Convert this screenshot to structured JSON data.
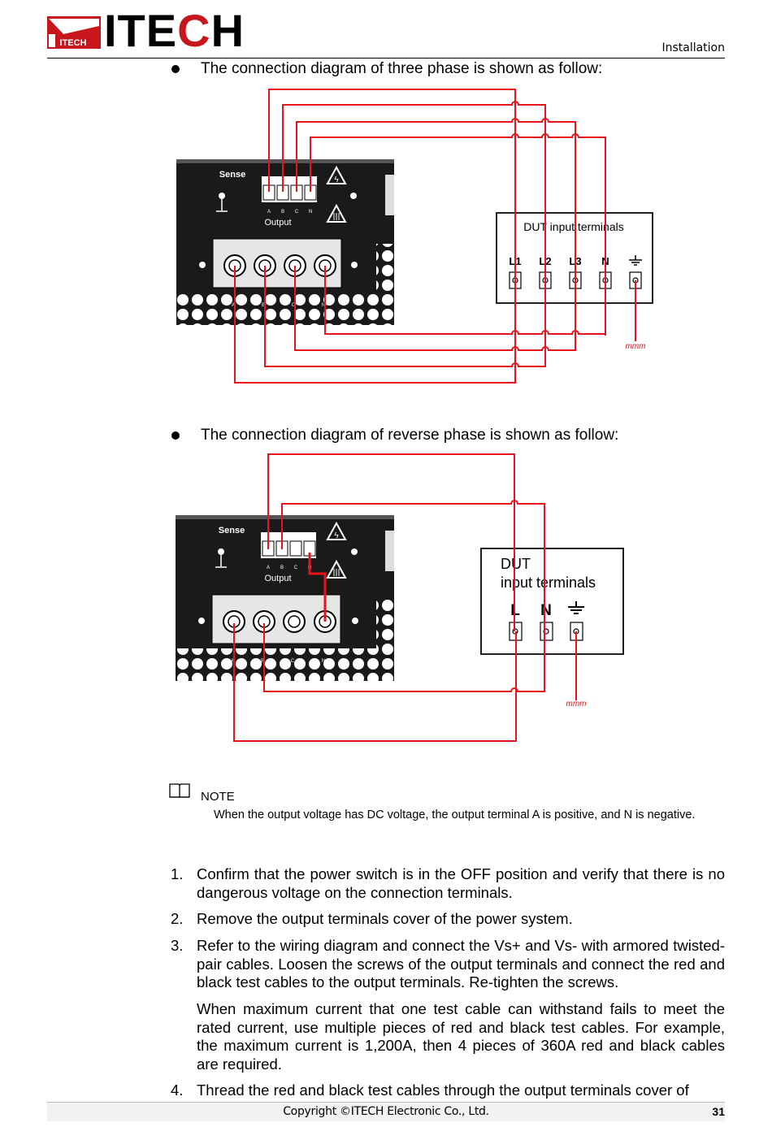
{
  "header": {
    "logo_small_text": "ITECH",
    "logo_word": [
      "IT",
      "E",
      "C",
      "H"
    ],
    "section": "Installation"
  },
  "diagrams": [
    {
      "caption": "The connection diagram of three phase is shown as follow:",
      "panel": {
        "sense_label": "Sense",
        "output_label": "Output",
        "sense_terminals": [
          "A",
          "B",
          "C",
          "N"
        ],
        "output_terminals": [
          "A",
          "B",
          "C",
          "N"
        ]
      },
      "dut": {
        "title": "DUT input terminals",
        "terminals": [
          "L1",
          "L2",
          "L3",
          "N",
          "⏚"
        ]
      },
      "wire_color": "#e8141c"
    },
    {
      "caption": "The connection diagram of reverse phase is shown as follow:",
      "panel": {
        "sense_label": "Sense",
        "output_label": "Output",
        "sense_terminals": [
          "A",
          "B",
          "C",
          "N"
        ],
        "output_terminals": [
          "A",
          "B",
          "C",
          "N"
        ]
      },
      "dut": {
        "title_line1": "DUT",
        "title_line2": "input terminals",
        "terminals": [
          "L",
          "N",
          "⏚"
        ]
      },
      "wire_color": "#e8141c"
    }
  ],
  "note": {
    "icon": "book-icon",
    "title": "NOTE",
    "body": "When the output voltage has DC voltage, the output terminal A is positive, and N is negative."
  },
  "steps": [
    {
      "num": "1.",
      "text": "Confirm that the power switch is in the OFF position and verify that there is no dangerous voltage on the connection terminals."
    },
    {
      "num": "2.",
      "text": "Remove the output terminals cover of the power system."
    },
    {
      "num": "3.",
      "text": "Refer to the wiring diagram and connect the Vs+ and Vs- with armored twisted-pair cables. Loosen the screws of the output terminals and connect the red and black test cables to the output terminals. Re-tighten the screws."
    },
    {
      "num": "",
      "text": "When maximum current that one test cable can withstand fails to meet the rated current, use multiple pieces of red and black test cables. For example, the maximum current is 1,200A, then 4 pieces of 360A red and black cables are required."
    },
    {
      "num": "4.",
      "text": "Thread the red and black test cables through the output terminals cover of"
    }
  ],
  "footer": {
    "copyright": "Copyright ©ITECH Electronic Co., Ltd.",
    "page": "31"
  },
  "colors": {
    "brand_red": "#c8161d",
    "wire_red": "#e8141c",
    "panel_black": "#1a1a1a"
  }
}
